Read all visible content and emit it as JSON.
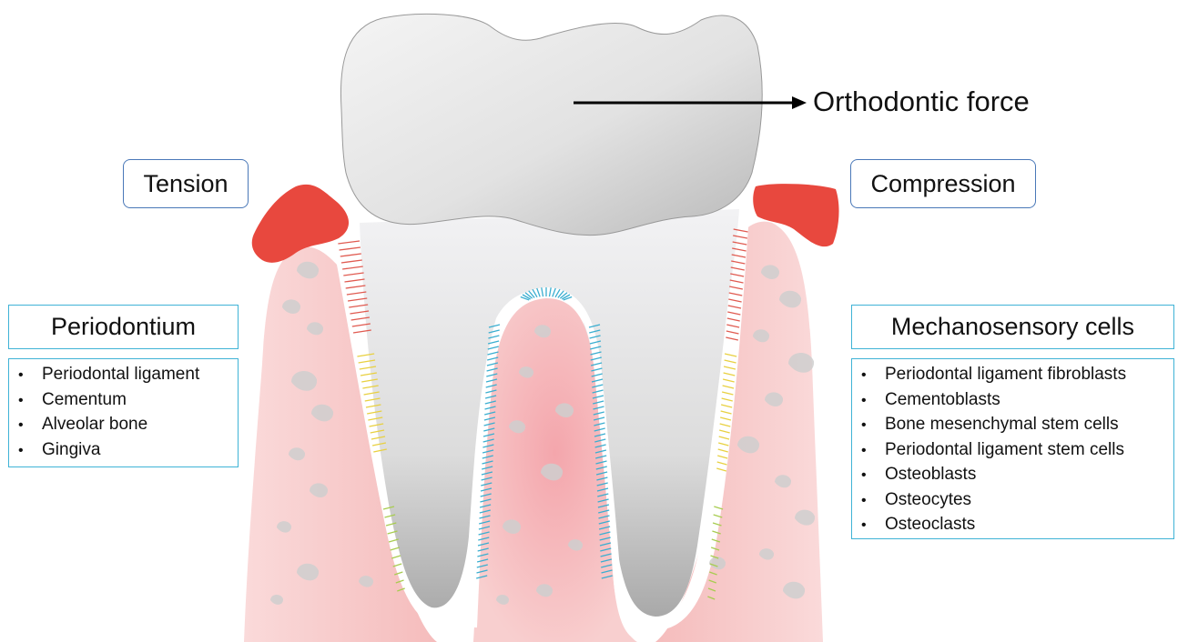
{
  "force": {
    "label": "Orthodontic force"
  },
  "tension": {
    "label": "Tension"
  },
  "compression": {
    "label": "Compression"
  },
  "periodontium": {
    "title": "Periodontium",
    "items": [
      "Periodontal ligament",
      "Cementum",
      "Alveolar bone",
      "Gingiva"
    ]
  },
  "mechanosensory": {
    "title": "Mechanosensory cells",
    "items": [
      "Periodontal ligament fibroblasts",
      "Cementoblasts",
      "Bone mesenchymal stem cells",
      "Periodontal ligament stem cells",
      "Osteoblasts",
      "Osteocytes",
      "Osteoclasts"
    ]
  },
  "colors": {
    "tension_fibers": "#e05a50",
    "neutral_fibers": "#e8d040",
    "compression_fibers": "#3aaed0",
    "apical_fibers": "#a8cc50",
    "gingiva": "#e8483e",
    "bone": "#f6c4c4",
    "callout_border": "#4a78b8",
    "list_border": "#3fb3d6"
  }
}
